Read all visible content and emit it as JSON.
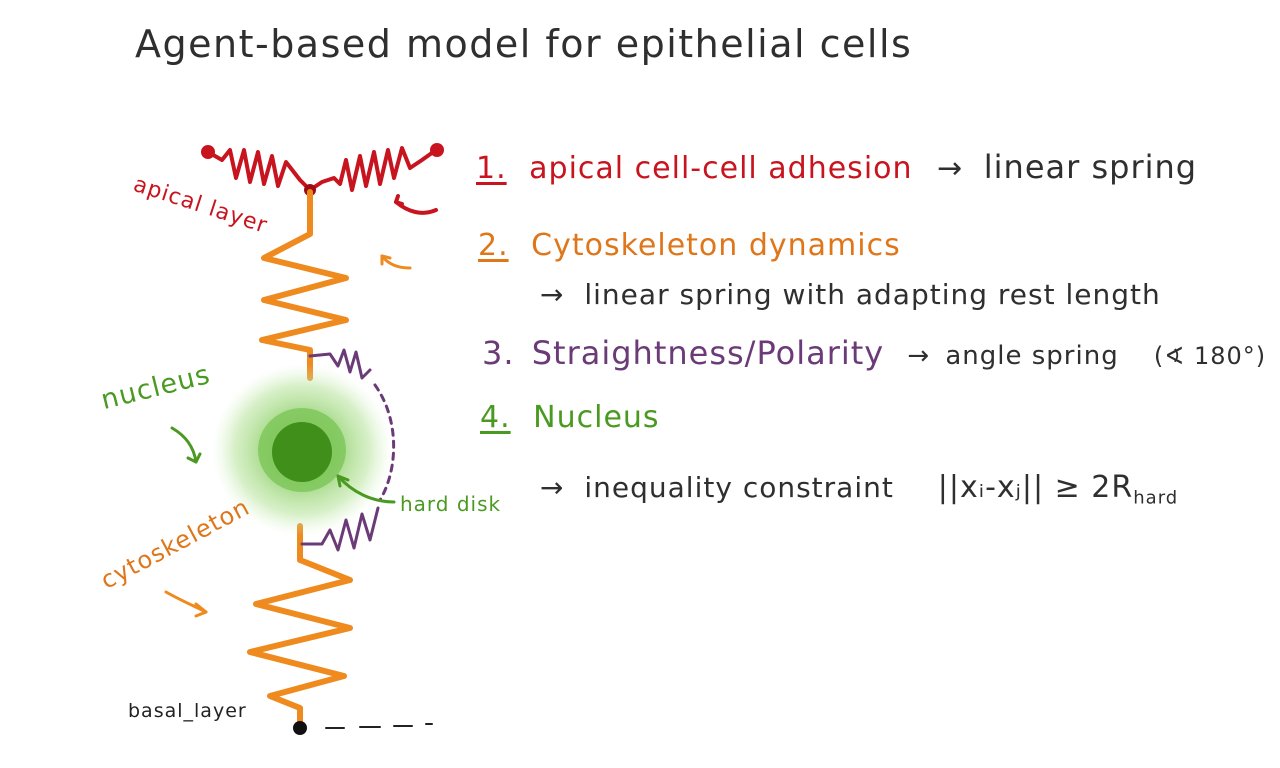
{
  "title": "Agent-based model for epithelial cells",
  "labels": {
    "apical_layer": "apical layer",
    "nucleus": "nucleus",
    "cytoskeleton": "cytoskeleton",
    "hard_disk": "hard disk",
    "basal_layer": "basal_layer"
  },
  "items": [
    {
      "number": "1.",
      "title": "apical cell-cell adhesion",
      "arrow": "→",
      "detail": "linear spring",
      "color": "#c8141e"
    },
    {
      "number": "2.",
      "title": "Cytoskeleton dynamics",
      "arrow": "→",
      "detail": "linear spring with adapting rest length",
      "color": "#e0761a"
    },
    {
      "number": "3.",
      "title": "Straightness/Polarity",
      "arrow": "→",
      "detail": "angle spring",
      "extra": "(∢ 180°)",
      "color": "#6b3b78"
    },
    {
      "number": "4.",
      "title": "Nucleus",
      "arrow": "→",
      "detail": "inequality constraint",
      "formula": "||xᵢ-xⱼ|| ≥ 2R",
      "formula_sub": "hard",
      "color": "#4a9a22"
    }
  ],
  "colors": {
    "apical": "#c8141e",
    "cytoskeleton": "#ee8a1e",
    "polarity": "#6b3b78",
    "nucleus_dark": "#3f8f1a",
    "nucleus_light": "#9ad878",
    "text": "#2f2f2f"
  }
}
